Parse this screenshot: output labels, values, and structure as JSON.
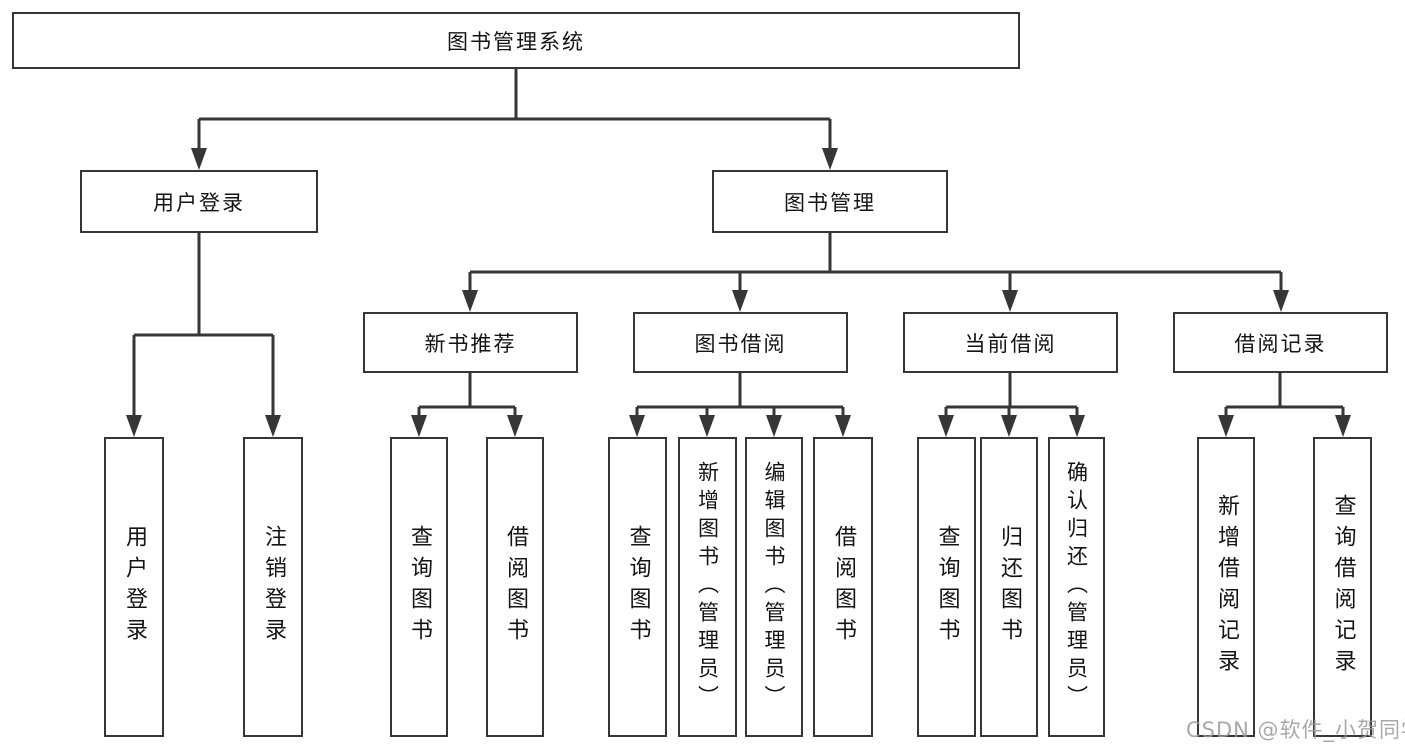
{
  "diagram_type": "tree",
  "title": "图书管理系统",
  "level2": [
    {
      "label": "用户登录"
    },
    {
      "label": "图书管理"
    }
  ],
  "level3": [
    {
      "label": "新书推荐",
      "parent": "图书管理"
    },
    {
      "label": "图书借阅",
      "parent": "图书管理"
    },
    {
      "label": "当前借阅",
      "parent": "图书管理"
    },
    {
      "label": "借阅记录",
      "parent": "图书管理"
    }
  ],
  "leaves": [
    {
      "label": "用户登录",
      "parent": "用户登录"
    },
    {
      "label": "注销登录",
      "parent": "用户登录"
    },
    {
      "label": "查询图书",
      "parent": "新书推荐"
    },
    {
      "label": "借阅图书",
      "parent": "新书推荐"
    },
    {
      "label": "查询图书",
      "parent": "图书借阅"
    },
    {
      "label": "新增图书（管理员）",
      "parent": "图书借阅"
    },
    {
      "label": "编辑图书（管理员）",
      "parent": "图书借阅"
    },
    {
      "label": "借阅图书",
      "parent": "图书借阅"
    },
    {
      "label": "查询图书",
      "parent": "当前借阅"
    },
    {
      "label": "归还图书",
      "parent": "当前借阅"
    },
    {
      "label": "确认归还（管理员）",
      "parent": "当前借阅"
    },
    {
      "label": "新增借阅记录",
      "parent": "借阅记录"
    },
    {
      "label": "查询借阅记录",
      "parent": "借阅记录"
    }
  ],
  "watermark": "CSDN @软件_小贺同学",
  "colors": {
    "line": "#363636",
    "box_border": "#363636",
    "box_fill": "#ffffff",
    "text": "#141414",
    "watermark": "#9a9a9a",
    "background": "#ffffff"
  }
}
